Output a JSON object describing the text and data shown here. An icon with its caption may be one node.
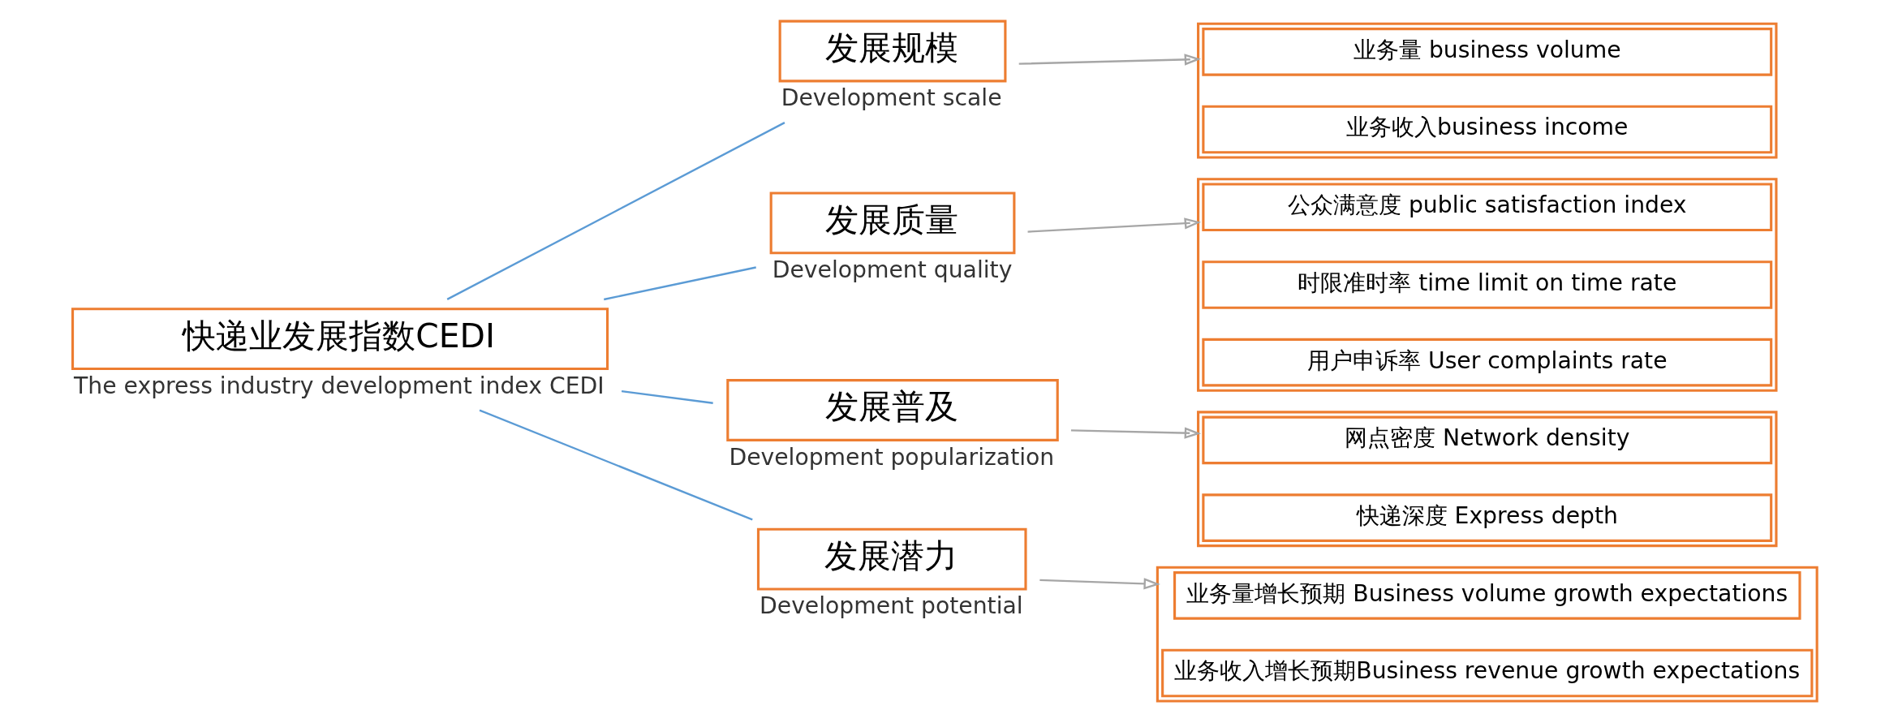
{
  "diagram": {
    "nodes": [
      {
        "text": [
          "快递业发展指数CEDI"
        ],
        "beside": [
          "The express industry development index CEDI"
        ]
      },
      {
        "text": [
          "发展规模"
        ],
        "beside": [
          "Development scale"
        ]
      },
      {
        "text": [],
        "shape": "box"
      },
      {
        "text": [
          "业务量 business volume"
        ],
        "in": 2
      },
      {
        "text": [
          "业务收入business income"
        ],
        "in": 2
      },
      {
        "text": [
          "发展质量"
        ],
        "beside": [
          "Development quality"
        ]
      },
      {
        "text": [],
        "shape": "box"
      },
      {
        "text": [
          "公众满意度 public satisfaction index"
        ],
        "in": 6
      },
      {
        "text": [
          "时限准时率 time limit on time rate"
        ],
        "in": 6
      },
      {
        "text": [
          "用户申诉率 User complaints rate"
        ],
        "in": 6
      },
      {
        "text": [
          "发展普及"
        ],
        "beside": [
          "Development popularization"
        ]
      },
      {
        "text": [],
        "shape": "box"
      },
      {
        "text": [
          "网点密度 Network density"
        ],
        "in": 11
      },
      {
        "text": [
          "快递深度 Express depth"
        ],
        "in": 11
      },
      {
        "text": [
          "发展潜力"
        ],
        "beside": [
          "Development potential"
        ]
      },
      {
        "text": [],
        "shape": "box"
      },
      {
        "text": [
          "业务量增长预期 Business volume growth expectations"
        ],
        "in": 15
      },
      {
        "text": [
          "业务收入增长预期Business revenue growth expectations"
        ],
        "in": 15
      }
    ],
    "edges": [
      {
        "from": 0,
        "to": 1,
        "arrow": "none",
        "color": "#5b9bd5"
      },
      {
        "from": 0,
        "to": 5,
        "arrow": "none",
        "color": "#5b9bd5"
      },
      {
        "from": 0,
        "to": 10,
        "arrow": "none",
        "color": "#5b9bd5"
      },
      {
        "from": 0,
        "to": 14,
        "arrow": "none",
        "color": "#5b9bd5"
      },
      {
        "from": 1,
        "to": 2,
        "arrow": "to",
        "color": "#a6a6a6"
      },
      {
        "from": 5,
        "to": 6,
        "arrow": "to",
        "color": "#a6a6a6"
      },
      {
        "from": 10,
        "to": 11,
        "arrow": "to",
        "color": "#a6a6a6"
      },
      {
        "from": 14,
        "to": 15,
        "arrow": "to",
        "color": "#a6a6a6"
      }
    ]
  }
}
